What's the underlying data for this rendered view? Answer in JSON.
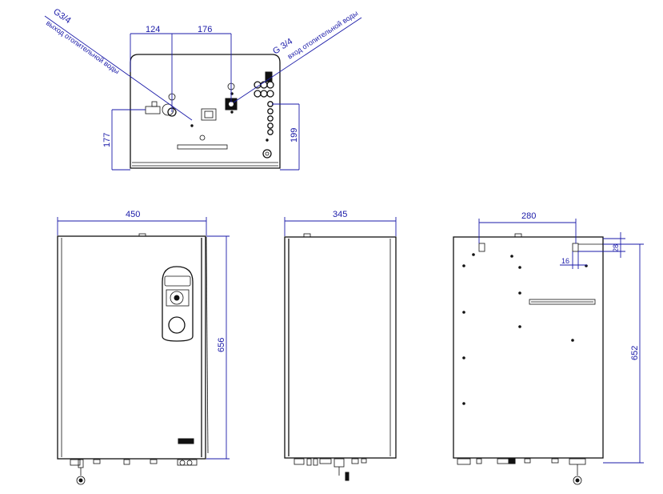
{
  "top_view": {
    "outlet_thread": "G3/4",
    "outlet_label": "выход отопительной воды",
    "inlet_thread": "G 3/4",
    "inlet_label": "вход отопительной воды",
    "dim_left_offset": "124",
    "dim_spacing": "176",
    "dim_outlet_height": "177",
    "dim_inlet_height": "199"
  },
  "front_view": {
    "dim_width": "450",
    "dim_height": "656"
  },
  "side_view": {
    "dim_depth": "345"
  },
  "back_view": {
    "dim_bracket_spacing": "280",
    "dim_bracket_height": "28",
    "dim_bracket_offset": "16",
    "dim_height": "652"
  },
  "colors": {
    "dimension": "#1a1aa8",
    "outline": "#111111"
  }
}
